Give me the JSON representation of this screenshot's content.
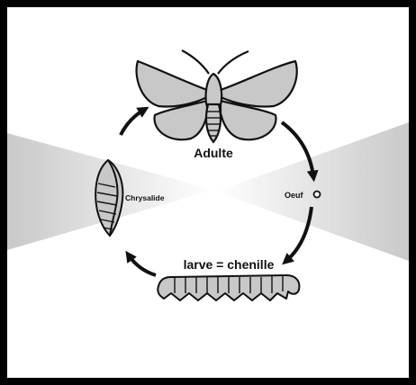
{
  "diagram": {
    "stages": {
      "adult": "Adulte",
      "egg": "Oeuf",
      "larva": "larve = chenille",
      "pupa": "Chrysalide"
    },
    "colors": {
      "frame": "#000000",
      "background": "#ffffff",
      "fill": "#c8c8c8",
      "stroke": "#111111",
      "band": "#d9d9d9"
    }
  }
}
